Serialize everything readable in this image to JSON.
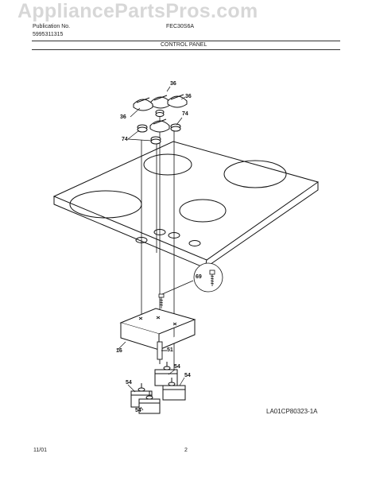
{
  "watermark": "AppliancePartsPros.com",
  "header": {
    "publication_label": "Publication No.",
    "publication_number": "5995311315",
    "model": "FEC30S6A",
    "section_title": "CONTROL PANEL"
  },
  "callouts": [
    "36",
    "36",
    "36",
    "74",
    "74",
    "69",
    "16",
    "51",
    "54",
    "54",
    "54",
    "54"
  ],
  "drawing_code": "LA01CP80323-1A",
  "footer": {
    "date": "11/01",
    "page": "2"
  },
  "colors": {
    "line": "#111111",
    "watermark": "#9a9a9a",
    "background": "#ffffff"
  }
}
